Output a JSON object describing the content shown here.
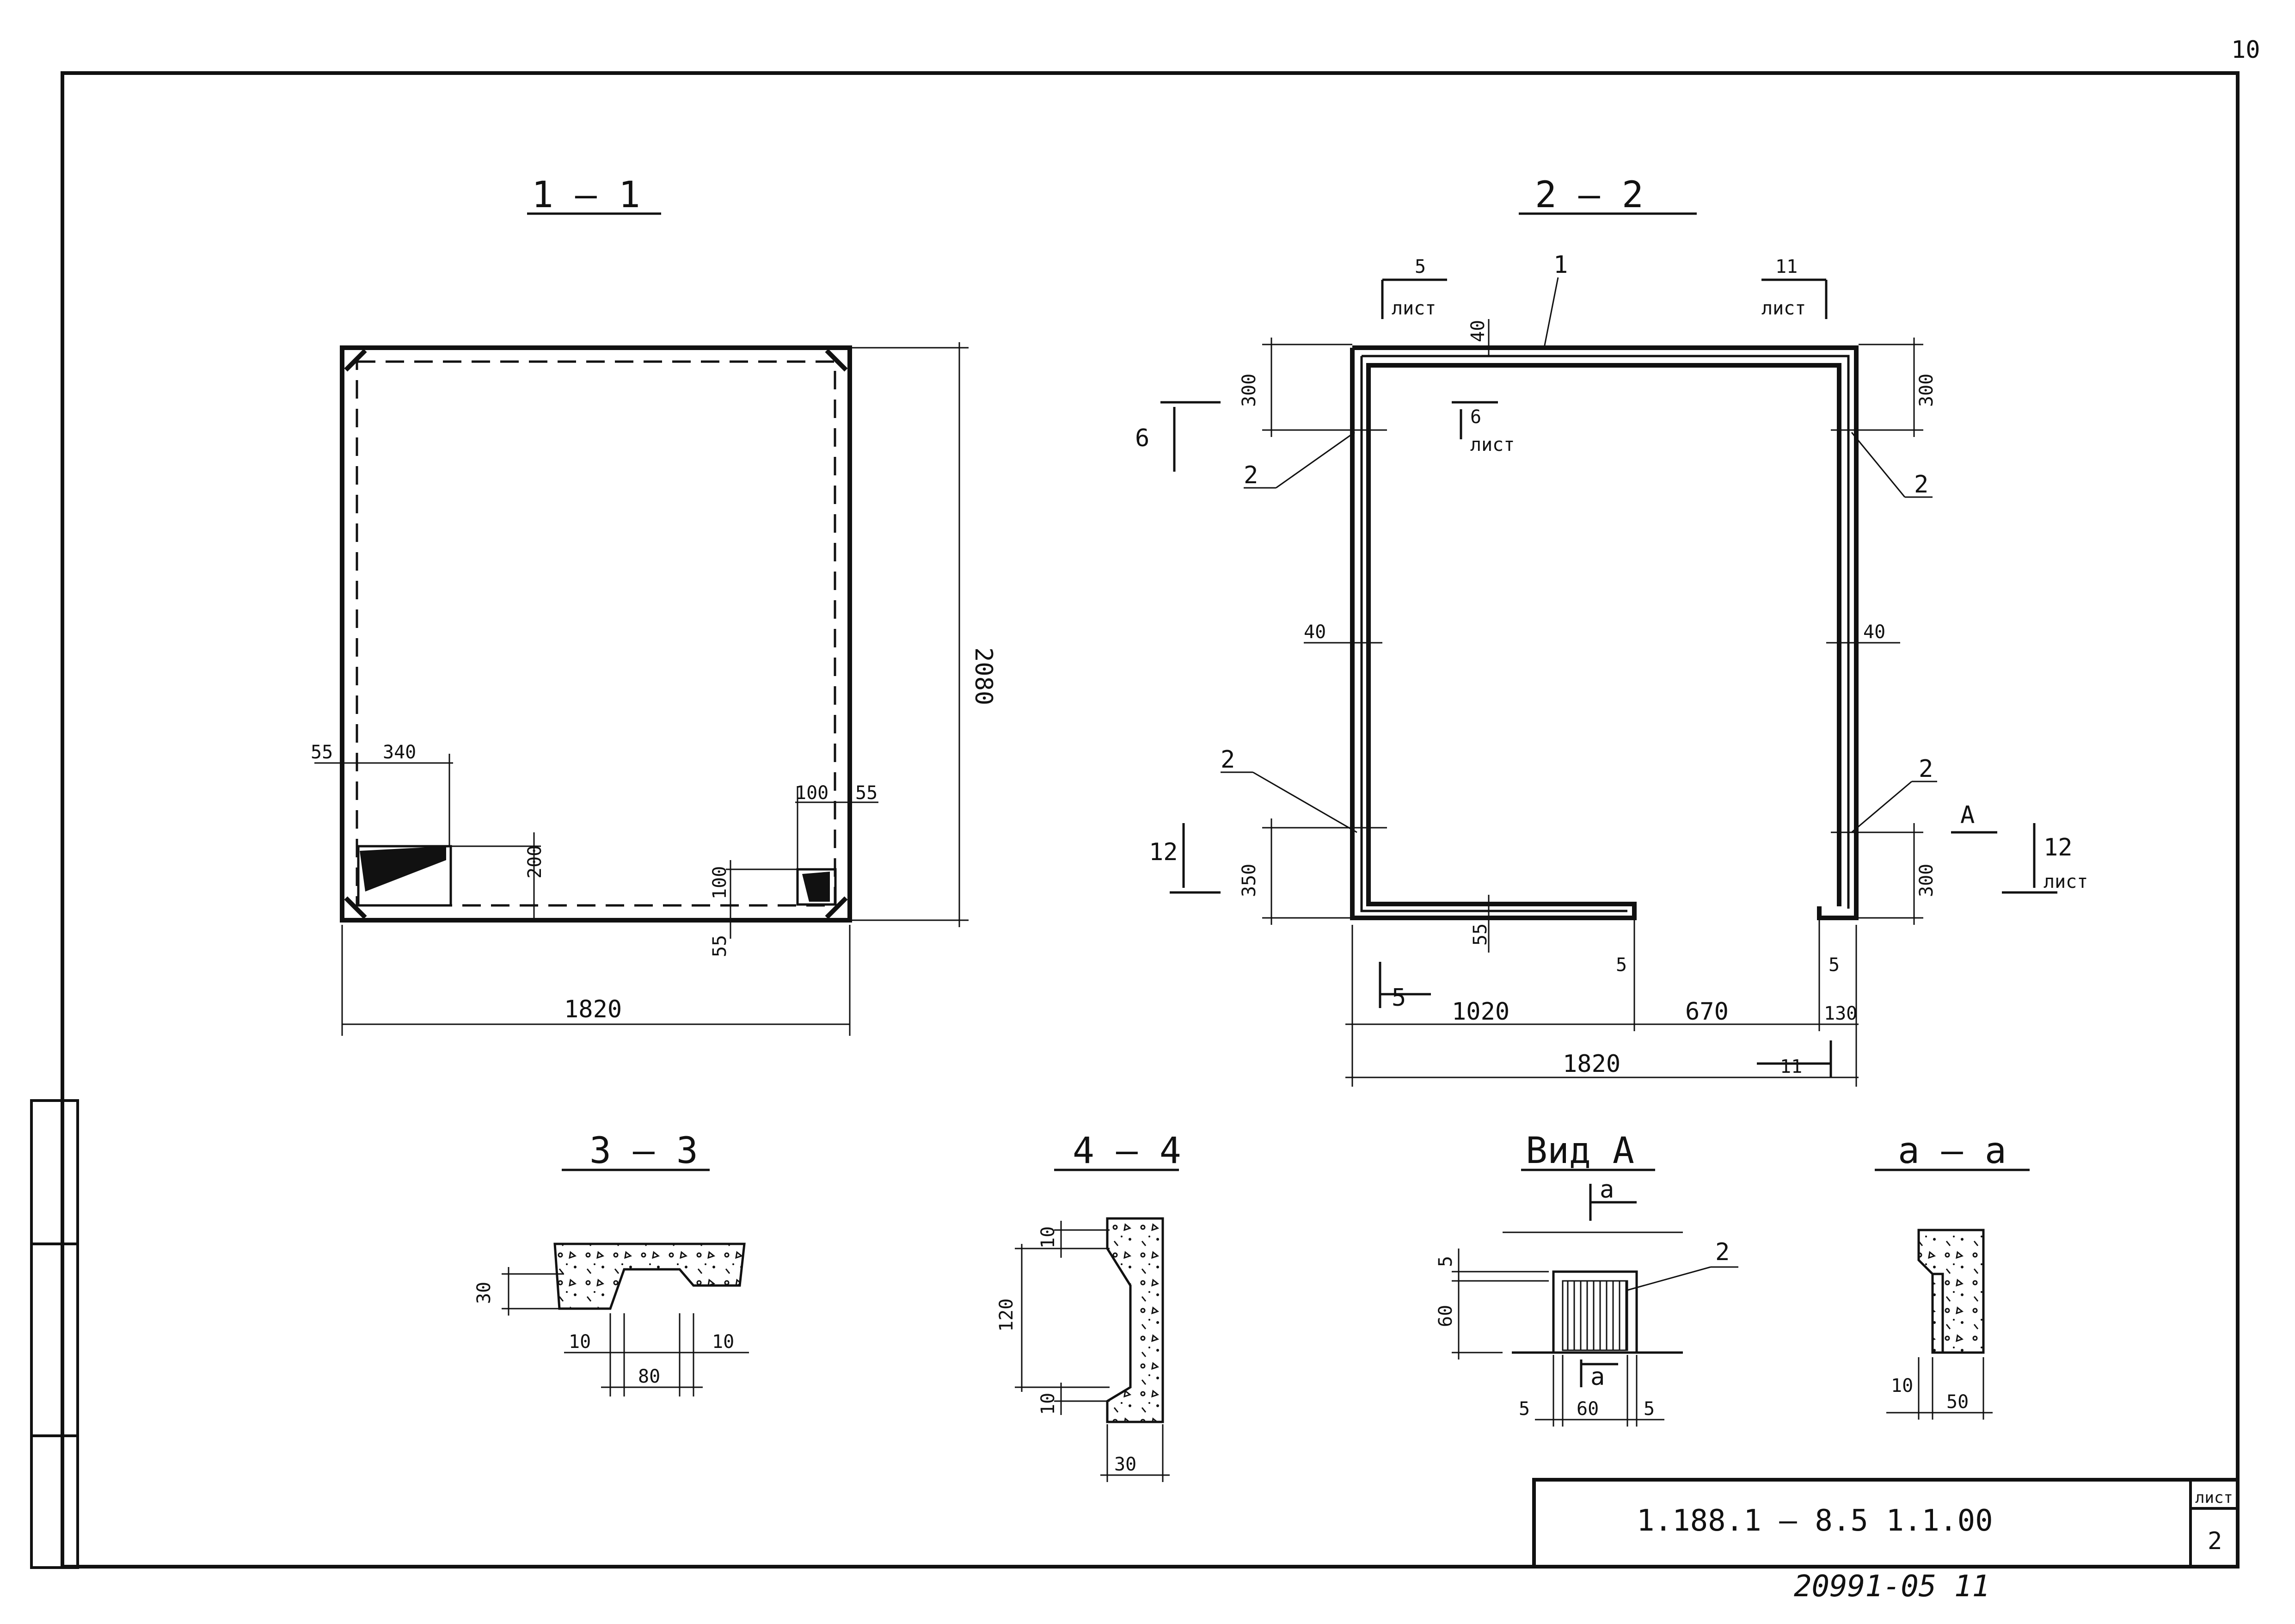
{
  "sheet": {
    "corner_number": "10",
    "designation": "1.188.1 — 8.5     1.1.00",
    "sheet_label": "лист",
    "sheet_number": "2",
    "archive_number": "20991-05  11"
  },
  "views": {
    "s11": {
      "title": "1 — 1",
      "dims": {
        "width": "1820",
        "height": "2080",
        "d55a": "55",
        "d340": "340",
        "d100": "100",
        "d55b": "55",
        "d200": "200",
        "d100b": "100",
        "d55c": "55"
      }
    },
    "s22": {
      "title": "2 — 2",
      "dims": {
        "d300a": "300",
        "d40a": "40",
        "d300b": "300",
        "d40b": "40",
        "d40c": "40",
        "d350": "350",
        "d300c": "300",
        "d55": "55",
        "d5a": "5",
        "d5b": "5",
        "d1020": "1020",
        "d670": "670",
        "d130": "130",
        "d1820": "1820"
      },
      "pos1": "1",
      "pos2": "2",
      "cut_refs": {
        "c5_num": "5",
        "c5_sheet": "лист",
        "c11_num": "11",
        "c11_sheet": "лист",
        "c6_num": "6",
        "c6b_num": "6",
        "c6b_sheet": "лист",
        "c12_num": "12",
        "c12b_num": "12",
        "c12b_sheet": "лист",
        "c5b_num": "5",
        "c11b_num": "11",
        "viewA": "A"
      }
    },
    "s33": {
      "title": "3 — 3",
      "dims": {
        "d30": "30",
        "d10a": "10",
        "d10b": "10",
        "d80": "80"
      }
    },
    "s44": {
      "title": "4 — 4",
      "dims": {
        "d10a": "10",
        "d120": "120",
        "d10b": "10",
        "d30": "30"
      }
    },
    "viewA": {
      "title": "Вид А",
      "cut": "a",
      "pos2": "2",
      "dims": {
        "d5a": "5",
        "d60": "60",
        "d5b": "5",
        "d60b": "60",
        "d5c": "5"
      }
    },
    "saa": {
      "title": "а — а",
      "dims": {
        "d10": "10",
        "d50": "50"
      }
    }
  }
}
